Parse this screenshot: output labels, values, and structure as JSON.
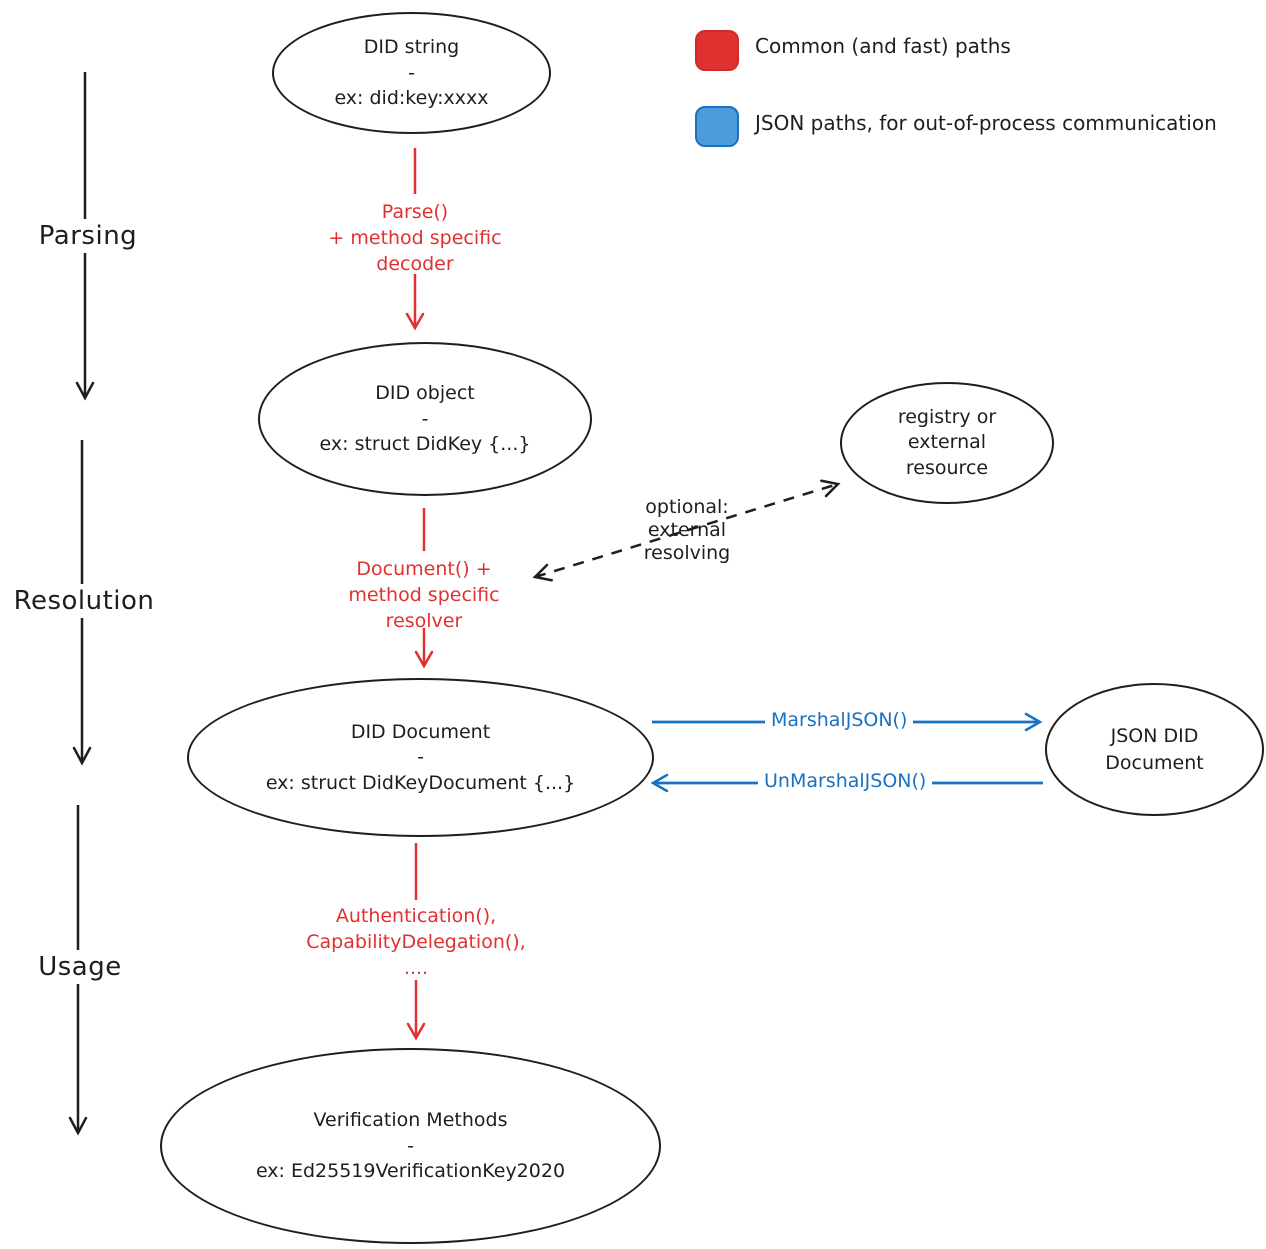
{
  "legend": {
    "items": [
      {
        "label": "Common (and fast) paths",
        "color": "#e03131"
      },
      {
        "label": "JSON paths, for out-of-process communication",
        "color": "#4d9bdb"
      }
    ]
  },
  "stages": [
    {
      "label": "Parsing"
    },
    {
      "label": "Resolution"
    },
    {
      "label": "Usage"
    }
  ],
  "nodes": {
    "did_string": {
      "title": "DID string",
      "separator": "-",
      "example": "ex: did:key:xxxx"
    },
    "did_object": {
      "title": "DID object",
      "separator": "-",
      "example": "ex: struct DidKey {...}"
    },
    "registry": {
      "line1": "registry or",
      "line2": "external",
      "line3": "resource"
    },
    "did_document": {
      "title": "DID Document",
      "separator": "-",
      "example": "ex: struct DidKeyDocument {...}"
    },
    "json_did_document": {
      "line1": "JSON DID",
      "line2": "Document"
    },
    "verification_methods": {
      "title": "Verification Methods",
      "separator": "-",
      "example": "ex: Ed25519VerificationKey2020"
    }
  },
  "edges": {
    "parse": {
      "line1": "Parse()",
      "line2": "+ method specific",
      "line3": "decoder"
    },
    "resolve": {
      "line1": "Document() +",
      "line2": "method specific",
      "line3": "resolver"
    },
    "optional": {
      "line1": "optional:",
      "line2": "external",
      "line3": "resolving"
    },
    "marshal": "MarshalJSON()",
    "unmarshal": "UnMarshalJSON()",
    "usage_methods": {
      "line1": "Authentication(),",
      "line2": "CapabilityDelegation(),",
      "line3": "...."
    }
  },
  "colors": {
    "red": "#e03131",
    "blue": "#1971c2",
    "black": "#1e1e1e"
  }
}
